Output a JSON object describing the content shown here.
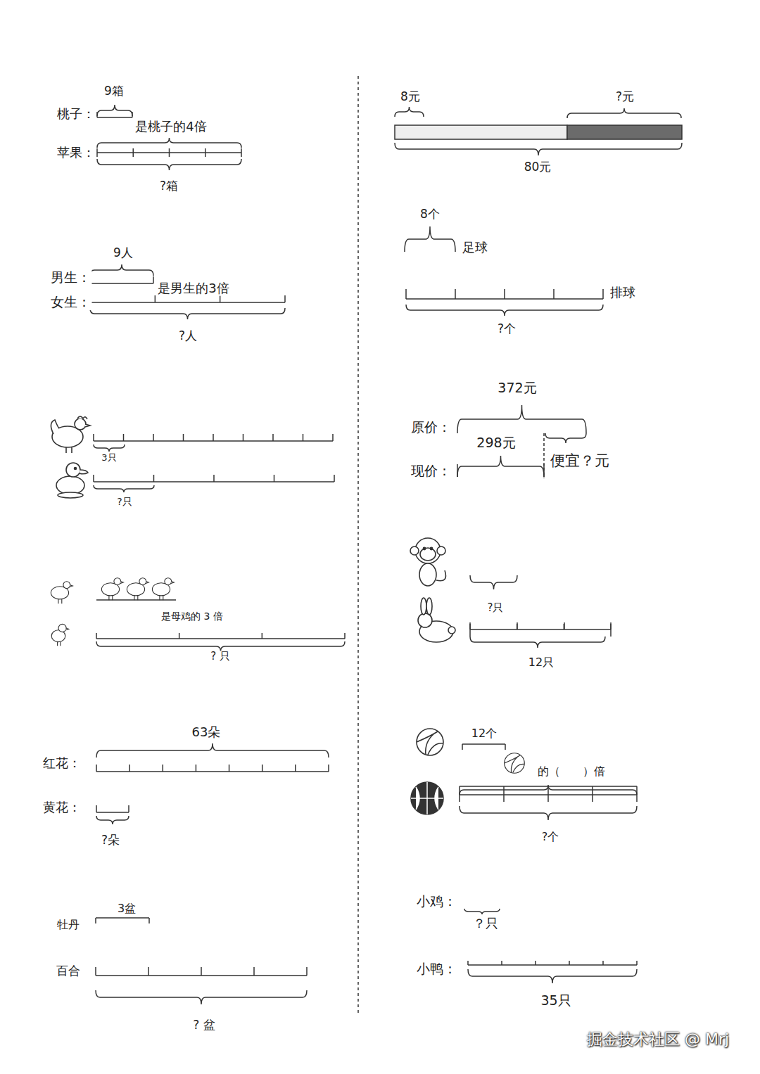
{
  "diagram": {
    "labels": [
      "9箱",
      "桃子：",
      "是桃子的4倍",
      "苹果：",
      "?箱",
      "9人",
      "男生：",
      "是男生的3倍",
      "女生：",
      "?人",
      "3只",
      "?只",
      "是母鸡的 3 倍",
      "? 只",
      "63朵",
      "红花：",
      "黄花：",
      "?朵",
      "3盆",
      "牡丹",
      "百合",
      "? 盆",
      "8元",
      "?元",
      "80元",
      "8个",
      "足球",
      "排球",
      "?个",
      "372元",
      "原价：",
      "298元",
      "现价：",
      "便宜？元",
      "?只",
      "12只",
      "12个",
      "的（　　）倍",
      "?个",
      "小鸡：",
      "？只",
      "小鸭：",
      "35只",
      "掘金技术社区 @ Mrj"
    ]
  }
}
